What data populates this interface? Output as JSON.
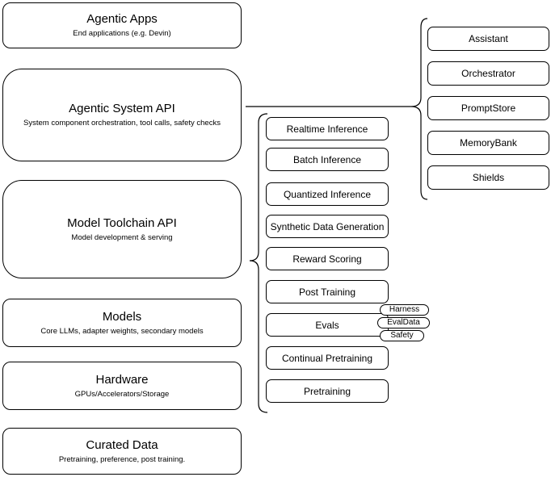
{
  "stack": [
    {
      "title": "Agentic Apps",
      "subtitle": "End applications (e.g. Devin)"
    },
    {
      "title": "Agentic System API",
      "subtitle": "System component orchestration, tool calls, safety checks"
    },
    {
      "title": "Model Toolchain API",
      "subtitle": "Model development & serving"
    },
    {
      "title": "Models",
      "subtitle": "Core LLMs, adapter weights, secondary models"
    },
    {
      "title": "Hardware",
      "subtitle": "GPUs/Accelerators/Storage"
    },
    {
      "title": "Curated Data",
      "subtitle": "Pretraining, preference, post training."
    }
  ],
  "toolchain": {
    "items": [
      "Realtime Inference",
      "Batch Inference",
      "Quantized Inference",
      "Synthetic Data Generation",
      "Reward Scoring",
      "Post Training",
      "Evals",
      "Continual Pretraining",
      "Pretraining"
    ]
  },
  "eval_tags": [
    "Harness",
    "EvalData",
    "Safety"
  ],
  "system_components": [
    "Assistant",
    "Orchestrator",
    "PromptStore",
    "MemoryBank",
    "Shields"
  ],
  "colors": {
    "stroke": "#000000",
    "background": "#ffffff",
    "text": "#000000"
  }
}
